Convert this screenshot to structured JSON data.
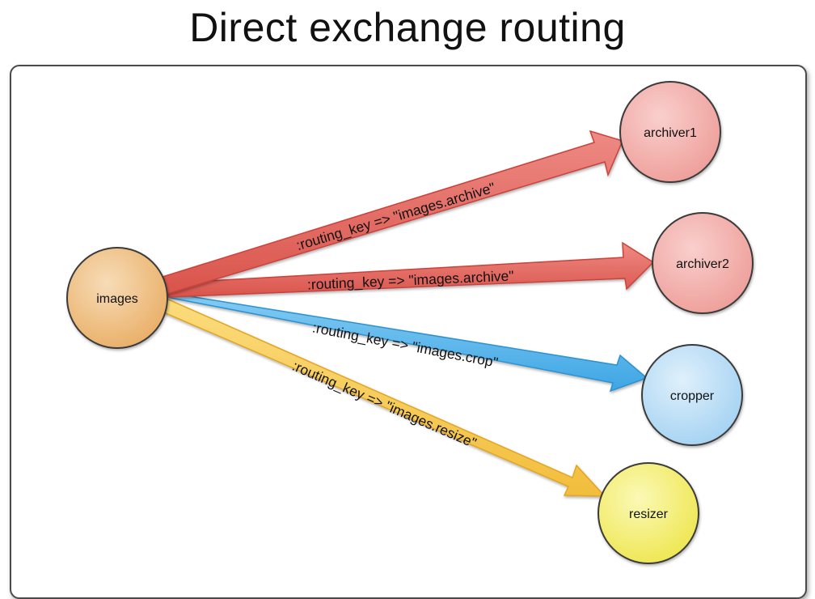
{
  "title": "Direct exchange routing",
  "colors": {
    "red": "#e06b63",
    "red_stroke": "#c9433a",
    "blue": "#5ab8ec",
    "blue_stroke": "#2e92cf",
    "yellow": "#f6cc55",
    "yellow_stroke": "#e3a421",
    "source_fill": "#f1c58e",
    "queue_red_fill": "#f2b3b0",
    "queue_blue_fill": "#bcdff6",
    "queue_yellow_fill": "#f6f27b"
  },
  "nodes": {
    "source": {
      "label": "images",
      "icon": "circle"
    },
    "archiver1": {
      "label": "archiver1",
      "icon": "circle"
    },
    "archiver2": {
      "label": "archiver2",
      "icon": "circle"
    },
    "cropper": {
      "label": "cropper",
      "icon": "circle"
    },
    "resizer": {
      "label": "resizer",
      "icon": "circle"
    }
  },
  "edges": {
    "to_archiver1": {
      "label": ":routing_key => \"images.archive\"",
      "color": "red"
    },
    "to_archiver2": {
      "label": ":routing_key => \"images.archive\"",
      "color": "red"
    },
    "to_cropper": {
      "label": ":routing_key => \"images.crop\"",
      "color": "blue"
    },
    "to_resizer": {
      "label": ":routing_key => \"images.resize\"",
      "color": "yellow"
    }
  }
}
